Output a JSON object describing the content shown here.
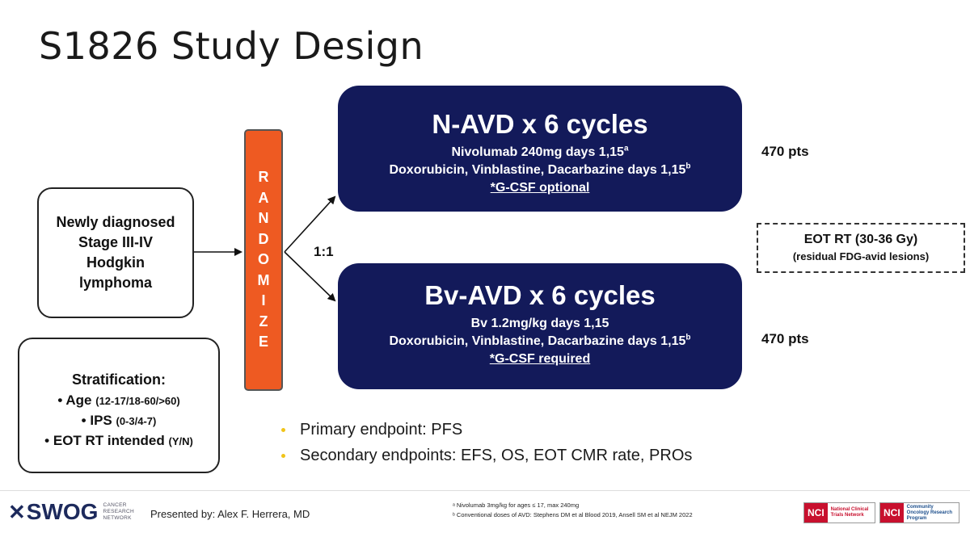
{
  "title": "S1826 Study Design",
  "population": {
    "lines": [
      "Newly diagnosed",
      "Stage III-IV",
      "Hodgkin",
      "lymphoma"
    ]
  },
  "randomize": {
    "letters": [
      "R",
      "A",
      "N",
      "D",
      "O",
      "M",
      "I",
      "Z",
      "E"
    ],
    "ratio": "1:1"
  },
  "arms": [
    {
      "heading": "N-AVD x 6 cycles",
      "line1": "Nivolumab 240mg days 1,15",
      "line1_sup": "a",
      "line2": "Doxorubicin, Vinblastine, Dacarbazine days 1,15",
      "line2_sup": "b",
      "line3": "*G-CSF optional",
      "pts": "470 pts"
    },
    {
      "heading": "Bv-AVD x 6 cycles",
      "line1": "Bv 1.2mg/kg days 1,15",
      "line2": "Doxorubicin, Vinblastine, Dacarbazine days 1,15",
      "line2_sup": "b",
      "line3": "*G-CSF required",
      "pts": "470 pts"
    }
  ],
  "eot": {
    "title": "EOT RT (30-36 Gy)",
    "subtitle": "(residual FDG-avid lesions)"
  },
  "stratification": {
    "heading": "Stratification:",
    "items": [
      {
        "label": "Age",
        "detail": "(12-17/18-60/>60)"
      },
      {
        "label": "IPS",
        "detail": "(0-3/4-7)"
      },
      {
        "label": "EOT RT intended",
        "detail": "(Y/N)"
      }
    ]
  },
  "endpoints": [
    "Primary endpoint: PFS",
    "Secondary endpoints: EFS, OS, EOT CMR rate, PROs"
  ],
  "footer": {
    "logo_mark": "✕",
    "logo_name": "SWOG",
    "logo_sub": "CANCER RESEARCH NETWORK",
    "presenter": "Presented by: Alex F. Herrera, MD",
    "note_a": "ᵃ Nivolumab 3mg/kg for ages ≤ 17, max 240mg",
    "note_b": "ᵇ Conventional doses of AVD: Stephens DM et al Blood 2019, Ansell SM et al NEJM 2022",
    "nci1_tag": "NCI",
    "nci1_text": "National Clinical Trials Network",
    "nci2_tag": "NCI",
    "nci2_text": "Community Oncology Research Program"
  },
  "colors": {
    "arm_bg": "#131a5a",
    "randomize_bg": "#ee5a22",
    "bullet": "#f0c419"
  }
}
